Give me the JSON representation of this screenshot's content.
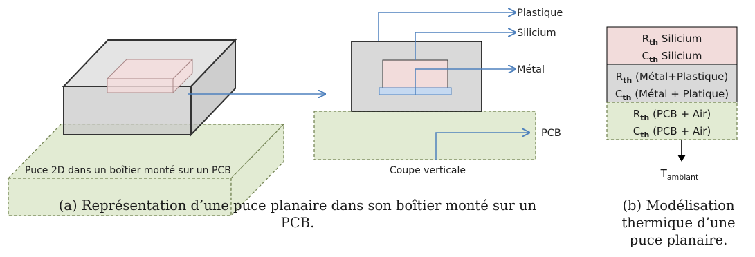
{
  "figure_a": {
    "label_3d": "Puce 2D dans un boîtier monté sur un PCB",
    "label_section": "Coupe verticale",
    "callouts": {
      "plastic": "Plastique",
      "silicon": "Silicium",
      "metal": "Métal",
      "pcb": "PCB"
    },
    "caption_line1": "(a) Représentation d’une puce planaire dans son boîtier monté sur un",
    "caption_line2": "PCB."
  },
  "figure_b": {
    "rows": [
      {
        "prefix": "R",
        "sub": "th",
        "text": " Silicium"
      },
      {
        "prefix": "C",
        "sub": "th",
        "text": " Silicium"
      },
      {
        "prefix": "R",
        "sub": "th",
        "text": " (Métal+Plastique)"
      },
      {
        "prefix": "C",
        "sub": "th",
        "text": " (Métal + Platique)"
      },
      {
        "prefix": "R",
        "sub": "th",
        "text": " (PCB + Air)"
      },
      {
        "prefix": "C",
        "sub": "th",
        "text": " (PCB + Air)"
      }
    ],
    "ambient_prefix": "T",
    "ambient_sub": "ambiant",
    "caption_line1": "(b) Modélisation",
    "caption_line2": "thermique d’une",
    "caption_line3": "puce planaire."
  },
  "colors": {
    "pcb_fill": "#e2ebd3",
    "pcb_stroke": "#6f7f4e",
    "package_fill": "#d9d9d9",
    "die_fill": "#f5dcdc",
    "metal_fill": "#c5d9f1",
    "arrow_blue": "#4f81bd",
    "silicon_layer": "#f2dcdb",
    "metal_layer": "#d9d9d9",
    "pcb_layer": "#e2ebd3"
  }
}
